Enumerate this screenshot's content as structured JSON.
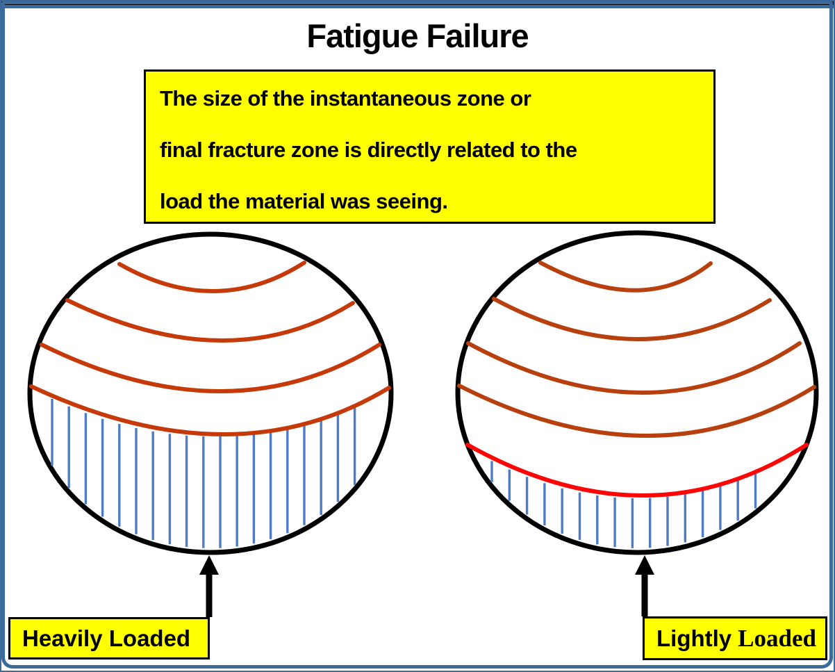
{
  "slide": {
    "title": "Fatigue Failure",
    "info_box": {
      "lines": [
        "The size of the instantaneous zone or",
        "final fracture zone is directly related to the",
        "load the material was seeing."
      ]
    },
    "figures": {
      "left": {
        "label": "Heavily Loaded",
        "graphic": "fracture-surface-large-instantaneous-zone",
        "beach_mark_count": 4,
        "hatched_zone_size": "large"
      },
      "right": {
        "label_word1": "Lightly",
        "label_word2": "Loaded",
        "graphic": "fracture-surface-small-instantaneous-zone",
        "beach_mark_count": 4,
        "hatched_zone_size": "small",
        "zone_boundary": "red-curve"
      }
    },
    "colors": {
      "frame_blue": "#3C6A9B",
      "highlight_yellow": "#FFFF00",
      "beach_mark_orange_left": "#C63A0A",
      "beach_mark_orange_right": "#B8400E",
      "hatch_blue": "#4E7BC4",
      "final_zone_red": "#FF0505",
      "text_black": "#000000"
    }
  }
}
